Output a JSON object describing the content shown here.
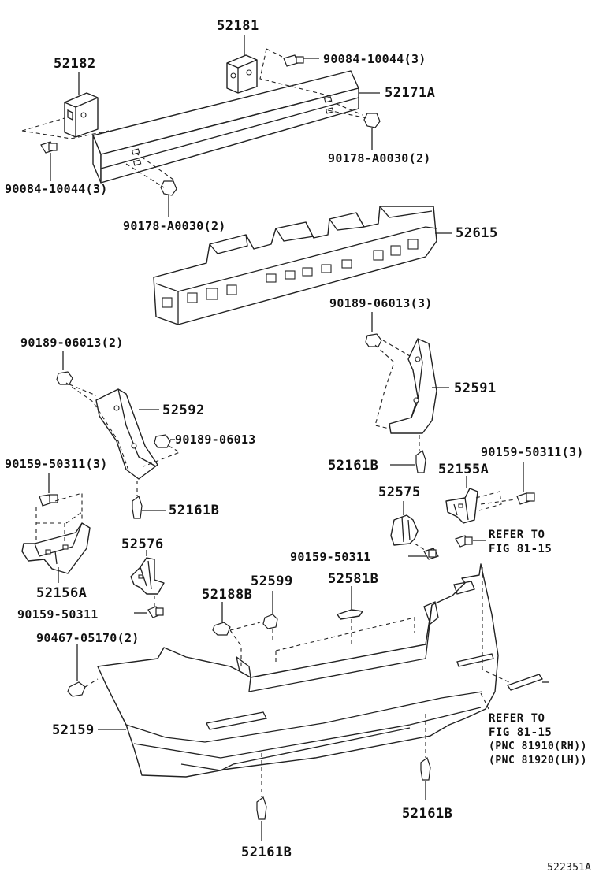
{
  "diagram_id": "522351A",
  "labels": {
    "l52181": "52181",
    "l52182": "52182",
    "l90084a": "90084-10044(3)",
    "l90084b": "90084-10044(3)",
    "l52171a": "52171A",
    "l90178a": "90178-A0030(2)",
    "l90178b": "90178-A0030(2)",
    "l52615": "52615",
    "l90189a": "90189-06013(3)",
    "l90189b": "90189-06013(2)",
    "l90189c": "90189-06013",
    "l52591": "52591",
    "l52592": "52592",
    "l90159a": "90159-50311(3)",
    "l90159b": "90159-50311(3)",
    "l90159c": "90159-50311",
    "l90159d": "90159-50311",
    "l52161b_a": "52161B",
    "l52161b_b": "52161B",
    "l52161b_c": "52161B",
    "l52161b_d": "52161B",
    "l52155a": "52155A",
    "l52575": "52575",
    "l52576": "52576",
    "l52156a": "52156A",
    "l52188b": "52188B",
    "l52599": "52599",
    "l52581b": "52581B",
    "l90467": "90467-05170(2)",
    "l52159": "52159",
    "refer1_line1": "REFER TO",
    "refer1_line2": "FIG 81-15",
    "refer2_line1": "REFER TO",
    "refer2_line2": "FIG 81-15",
    "refer2_line3": "(PNC 81910(RH))",
    "refer2_line4": "(PNC 81920(LH))"
  }
}
